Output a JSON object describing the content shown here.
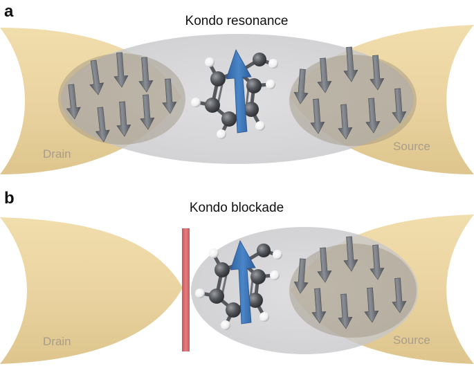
{
  "figure": {
    "panels": [
      {
        "letter": "a",
        "title": "Kondo resonance",
        "left_lead": "Drain",
        "right_lead": "Source",
        "barrier": false
      },
      {
        "letter": "b",
        "title": "Kondo blockade",
        "left_lead": "Drain",
        "right_lead": "Source",
        "barrier": true
      }
    ],
    "colors": {
      "lead": "#e7cf98",
      "cloud": "#c9c9cc",
      "spin_arrow": "#3f78b8",
      "electron_arrow": "#6b6f76",
      "barrier": "#d9676a",
      "carbon_atom": "#4a4d52",
      "hydrogen_atom": "#ffffff"
    },
    "icons": [
      "electron-spin-arrow-icon",
      "molecular-spin-arrow-icon",
      "benzene-molecule-icon"
    ]
  }
}
